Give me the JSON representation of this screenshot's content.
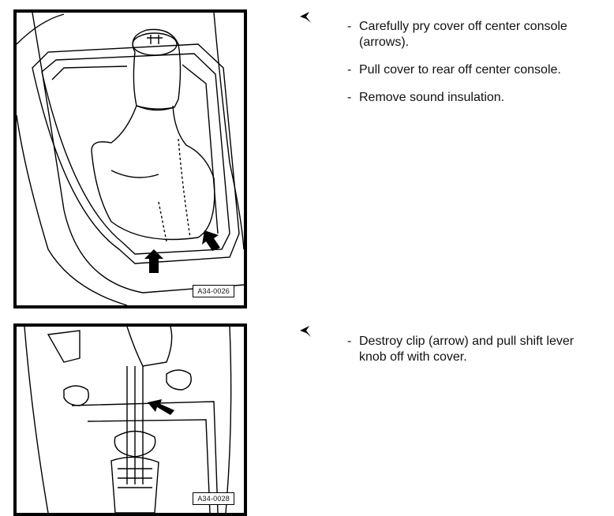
{
  "section1": {
    "figure_label": "A34-0026",
    "steps": [
      "Carefully pry cover off center console (arrows).",
      "Pull cover to rear off center console.",
      "Remove sound insulation."
    ]
  },
  "section2": {
    "figure_label": "A34-0028",
    "steps": [
      "Destroy clip (arrow) and pull shift lever knob off with cover."
    ]
  },
  "bullet": "-",
  "icons": {
    "pointer": "left-pointer-icon"
  }
}
